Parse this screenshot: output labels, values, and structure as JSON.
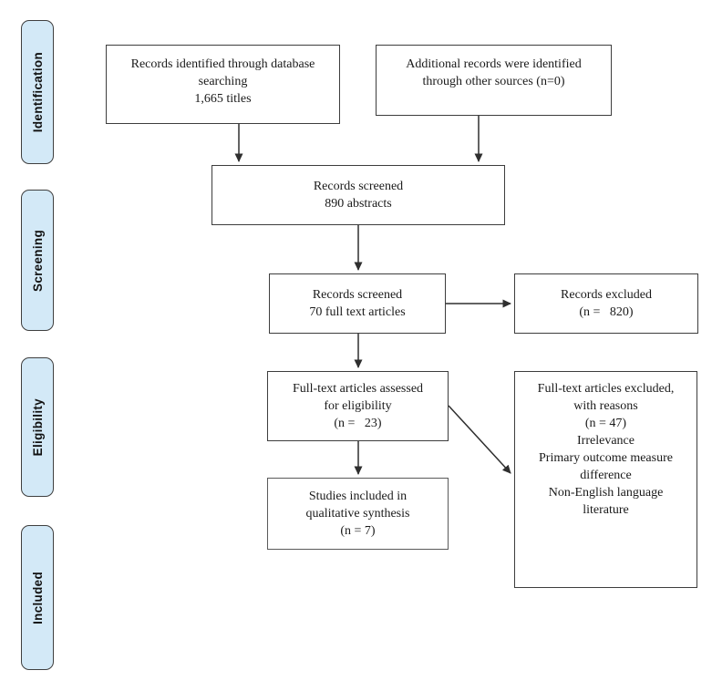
{
  "colors": {
    "stage_fill": "#d3e9f7",
    "stage_border": "#3f3f3f",
    "box_border": "#3d3d3d",
    "arrow": "#2f2f2f",
    "text": "#1a1a1a",
    "background": "#ffffff"
  },
  "sidebar": {
    "stages": [
      {
        "id": "identification",
        "label": "Identification"
      },
      {
        "id": "screening",
        "label": "Screening"
      },
      {
        "id": "eligibility",
        "label": "Eligibility"
      },
      {
        "id": "included",
        "label": "Included"
      }
    ]
  },
  "boxes": {
    "identified_db": {
      "text": "Records identified through database\nsearching\n1,665 titles"
    },
    "additional_sources": {
      "text": "Additional records were identified\nthrough other sources (n=0)"
    },
    "screened_abstracts": {
      "text": "Records screened\n890 abstracts"
    },
    "screened_fulltext": {
      "text": "Records screened\n70 full text articles"
    },
    "records_excluded": {
      "text": "Records excluded\n(n =   820)"
    },
    "fulltext_assessed": {
      "text": "Full-text articles assessed\nfor eligibility\n(n =   23)"
    },
    "fulltext_excluded": {
      "text": "Full-text articles excluded,\nwith reasons\n(n = 47)\nIrrelevance\nPrimary outcome measure\ndifference\nNon-English language\nliterature"
    },
    "included_qualitative": {
      "text": "Studies included in\nqualitative synthesis\n(n = 7)"
    }
  }
}
